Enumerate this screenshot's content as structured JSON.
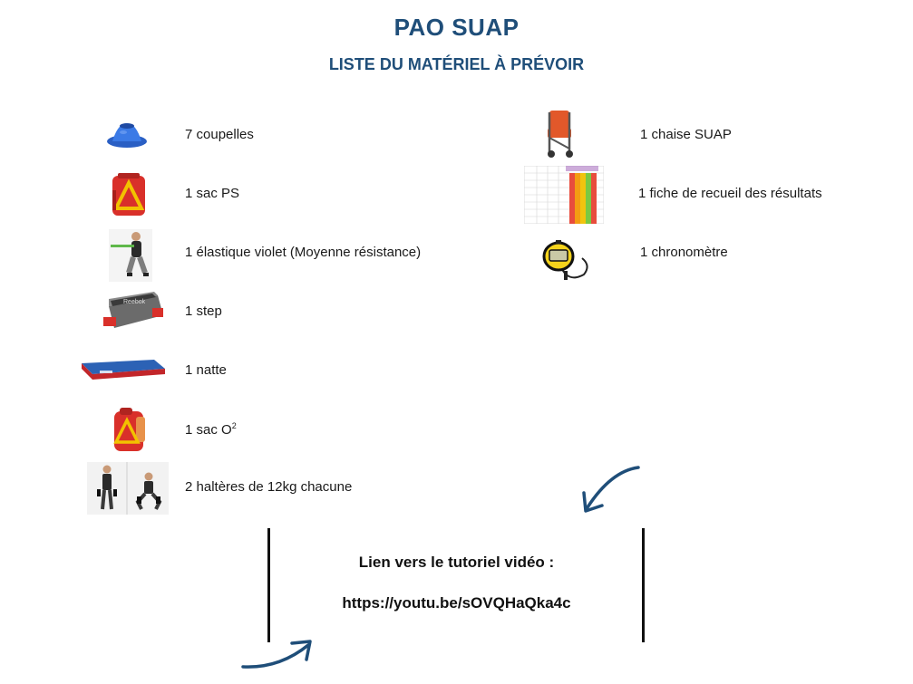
{
  "header": {
    "title": "PAO SUAP",
    "subtitle": "LISTE DU MATÉRIEL À PRÉVOIR"
  },
  "left_items": [
    {
      "label": "7 coupelles",
      "icon": "cone-icon"
    },
    {
      "label": "1 sac PS",
      "icon": "first-aid-bag-icon"
    },
    {
      "label": "1 élastique violet (Moyenne résistance)",
      "icon": "resistance-band-photo"
    },
    {
      "label": "1 step",
      "icon": "step-platform-icon"
    },
    {
      "label": "1 natte",
      "icon": "mat-icon"
    },
    {
      "label_main": "1 sac O",
      "label_sup": "2",
      "icon": "oxygen-bag-icon"
    },
    {
      "label": "2 haltères de 12kg chacune",
      "icon": "dumbbell-squat-photo"
    }
  ],
  "right_items": [
    {
      "label": "1 chaise SUAP",
      "icon": "evacuation-chair-icon"
    },
    {
      "label": "1 fiche de recueil des résultats",
      "icon": "results-sheet-icon"
    },
    {
      "label": "1 chronomètre",
      "icon": "stopwatch-icon"
    }
  ],
  "tutorial": {
    "heading": "Lien vers le tutoriel vidéo :",
    "url": "https://youtu.be/sOVQHaQka4c"
  },
  "colors": {
    "heading": "#1f4e79",
    "arrow": "#1f4e79",
    "bag_red": "#d9302a",
    "bag_yellow": "#f2c200",
    "cone_blue": "#2f6fd8"
  }
}
